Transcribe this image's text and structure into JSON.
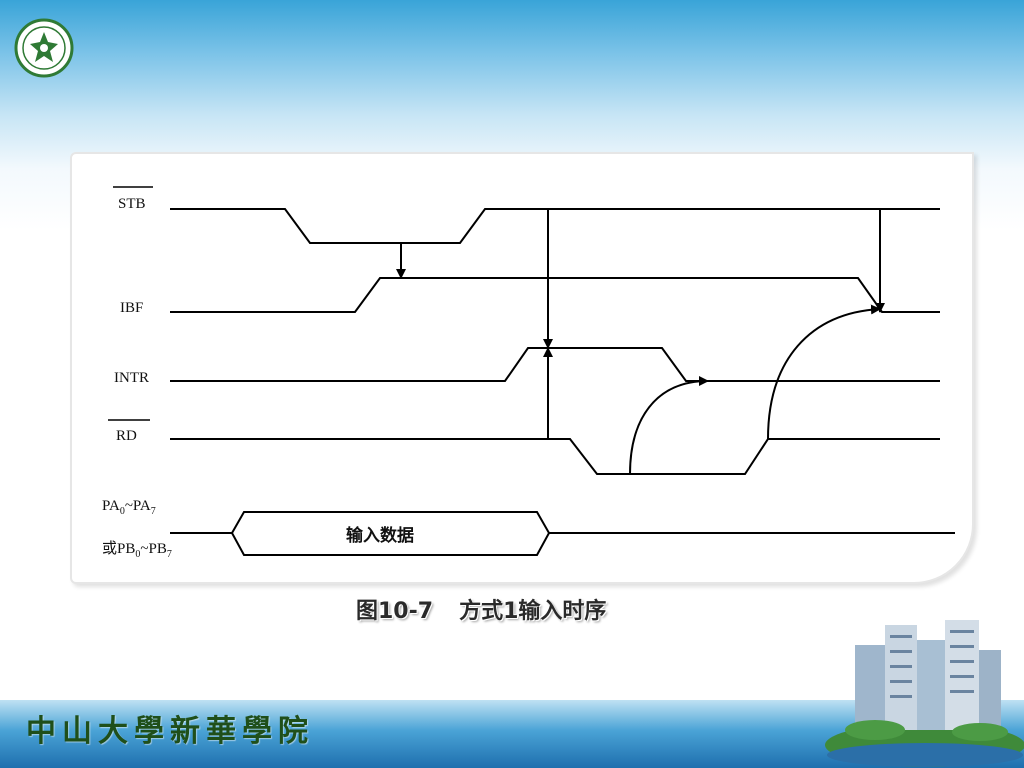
{
  "signals": {
    "stb": "STB",
    "ibf": "IBF",
    "intr": "INTR",
    "rd": "RD",
    "port_a_main": "PA",
    "port_a_sub0": "0",
    "port_a_sep": "~PA",
    "port_a_sub7": "7",
    "port_b_prefix": "或PB",
    "port_b_sub0": "0",
    "port_b_sep": "~PB",
    "port_b_sub7": "7"
  },
  "data_box_label": "输入数据",
  "caption": {
    "figure_number": "图10-7",
    "title": "方式1输入时序"
  },
  "footer": {
    "school_name": "中山大學新華學院"
  },
  "colors": {
    "header_blue": "#39a4d8",
    "footer_blue": "#1e6fae",
    "school_green": "#1f4f1a",
    "line": "#000000"
  }
}
